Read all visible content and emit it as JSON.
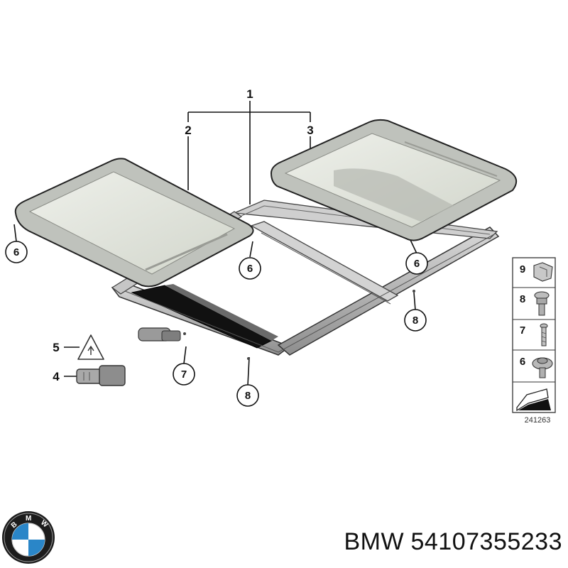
{
  "callouts": {
    "c1": "1",
    "c2": "2",
    "c3": "3",
    "c4": "4",
    "c5": "5",
    "c6a": "6",
    "c6b": "6",
    "c6c": "6",
    "c7": "7",
    "c8a": "8",
    "c8b": "8"
  },
  "legend": {
    "items": [
      "9",
      "8",
      "7",
      "6"
    ],
    "ref_number": "241263"
  },
  "caption": {
    "brand": "BMW",
    "part_number": "54107355233"
  },
  "logo": {
    "text": "BMW",
    "colors": {
      "ring": "#1c1c1c",
      "blue": "#2a86c8",
      "white": "#ffffff"
    }
  }
}
